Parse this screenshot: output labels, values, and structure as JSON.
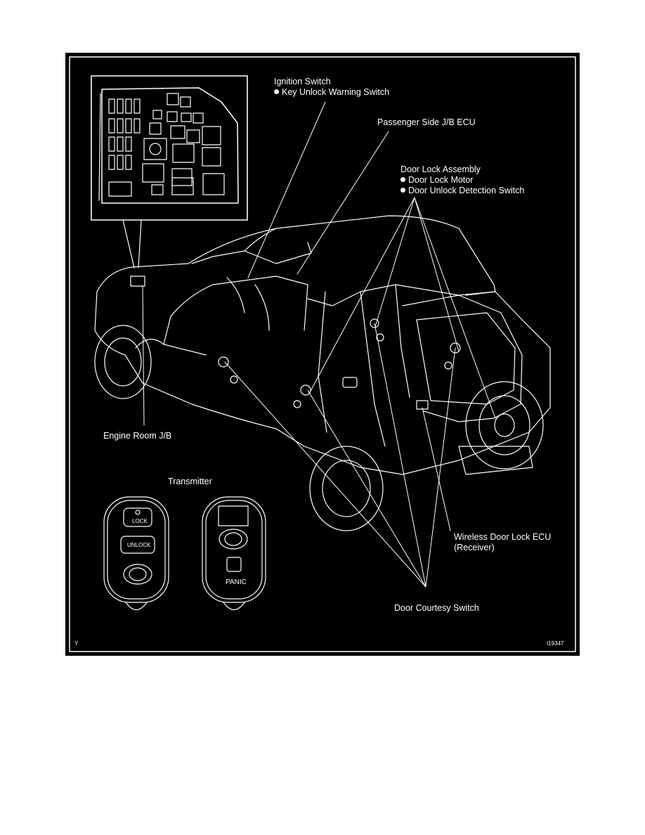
{
  "labels": {
    "ignition_switch": "Ignition Switch",
    "key_unlock_warning_switch": "Key Unlock Warning Switch",
    "passenger_side_jb_ecu": "Passenger Side J/B ECU",
    "door_lock_assembly": "Door Lock Assembly",
    "door_lock_motor": "Door Lock Motor",
    "door_unlock_detection_switch": "Door Unlock Detection Switch",
    "engine_room_jb": "Engine Room J/B",
    "transmitter": "Transmitter",
    "wireless_door_lock_ecu": "Wireless Door Lock ECU",
    "receiver": "(Receiver)",
    "door_courtesy_switch": "Door Courtesy Switch"
  },
  "remote_buttons": {
    "lock": "LOCK",
    "unlock": "UNLOCK",
    "panic": "PANIC"
  },
  "corner_marks": {
    "left": "Y",
    "right": "I19347"
  },
  "colors": {
    "background": "#000000",
    "lines": "#ffffff",
    "page": "#ffffff"
  }
}
